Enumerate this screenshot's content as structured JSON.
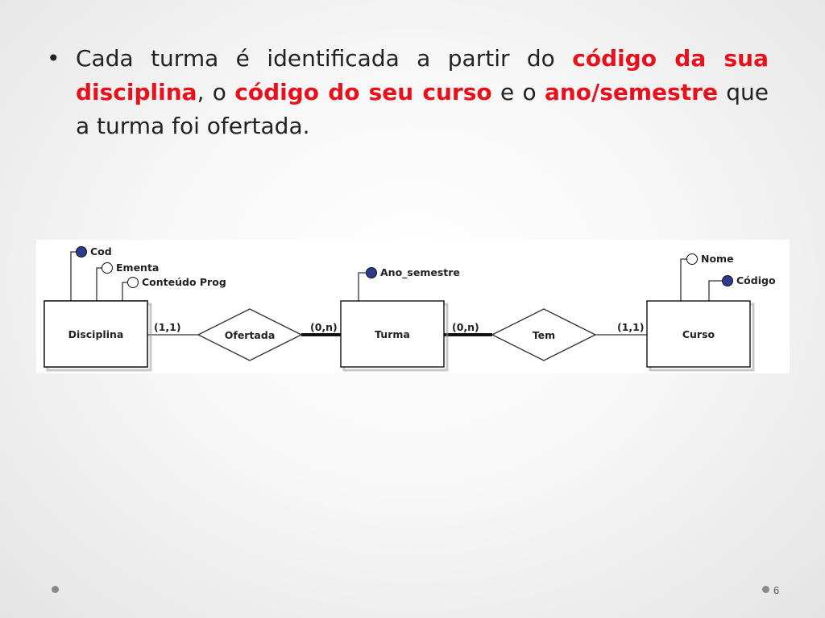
{
  "slide": {
    "bullet_char": "•",
    "text_parts": [
      {
        "text": "Cada turma é identificada a partir do ",
        "highlight": false
      },
      {
        "text": "código da sua disciplina",
        "highlight": true
      },
      {
        "text": ", o ",
        "highlight": false
      },
      {
        "text": "código do seu curso",
        "highlight": true
      },
      {
        "text": " e o ",
        "highlight": false
      },
      {
        "text": "ano/semestre",
        "highlight": true
      },
      {
        "text": " que a turma foi ofertada.",
        "highlight": false
      }
    ],
    "highlight_color": "#e8111b",
    "page_number": "6"
  },
  "diagram": {
    "entities": {
      "disciplina": "Disciplina",
      "turma": "Turma",
      "curso": "Curso"
    },
    "relationships": {
      "ofertada": "Ofertada",
      "tem": "Tem"
    },
    "cardinalities": {
      "disciplina_ofertada": "(1,1)",
      "ofertada_turma": "(0,n)",
      "turma_tem": "(0,n)",
      "tem_curso": "(1,1)"
    },
    "attributes": {
      "cod": {
        "label": "Cod",
        "key": true
      },
      "ementa": {
        "label": "Ementa",
        "key": false
      },
      "conteudo_prog": {
        "label": "Conteúdo Prog",
        "key": false
      },
      "ano_semestre": {
        "label": "Ano_semestre",
        "key": true
      },
      "nome": {
        "label": "Nome",
        "key": false
      },
      "codigo": {
        "label": "Código",
        "key": true
      }
    },
    "key_attribute_color": "#2e3a8c"
  }
}
